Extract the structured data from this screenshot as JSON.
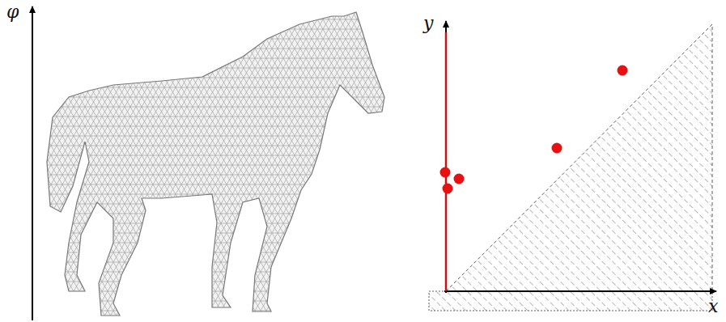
{
  "diagram": {
    "labels": [
      "φ",
      "y",
      "x"
    ]
  }
}
